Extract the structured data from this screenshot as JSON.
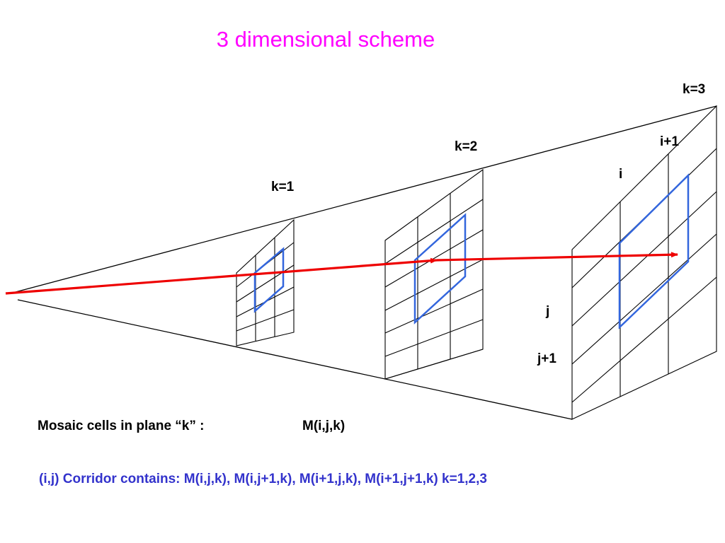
{
  "title": "3 dimensional scheme",
  "planes": [
    {
      "label": "k=1"
    },
    {
      "label": "k=2"
    },
    {
      "label": "k=3"
    }
  ],
  "index_labels": {
    "i": "i",
    "i1": "i+1",
    "j": "j",
    "j1": "j+1"
  },
  "caption": {
    "label": "Mosaic cells in plane “k” :",
    "formula": "M(i,j,k)"
  },
  "corridor_text": "(i,j) Corridor  contains:  M(i,j,k), M(i,j+1,k), M(i+1,j,k), M(i+1,j+1,k)  k=1,2,3",
  "colors": {
    "title": "#ff00ff",
    "arrow": "#ee0000",
    "cell_highlight": "#3366dd",
    "corridor": "#3333cc",
    "lines": "#000000"
  }
}
